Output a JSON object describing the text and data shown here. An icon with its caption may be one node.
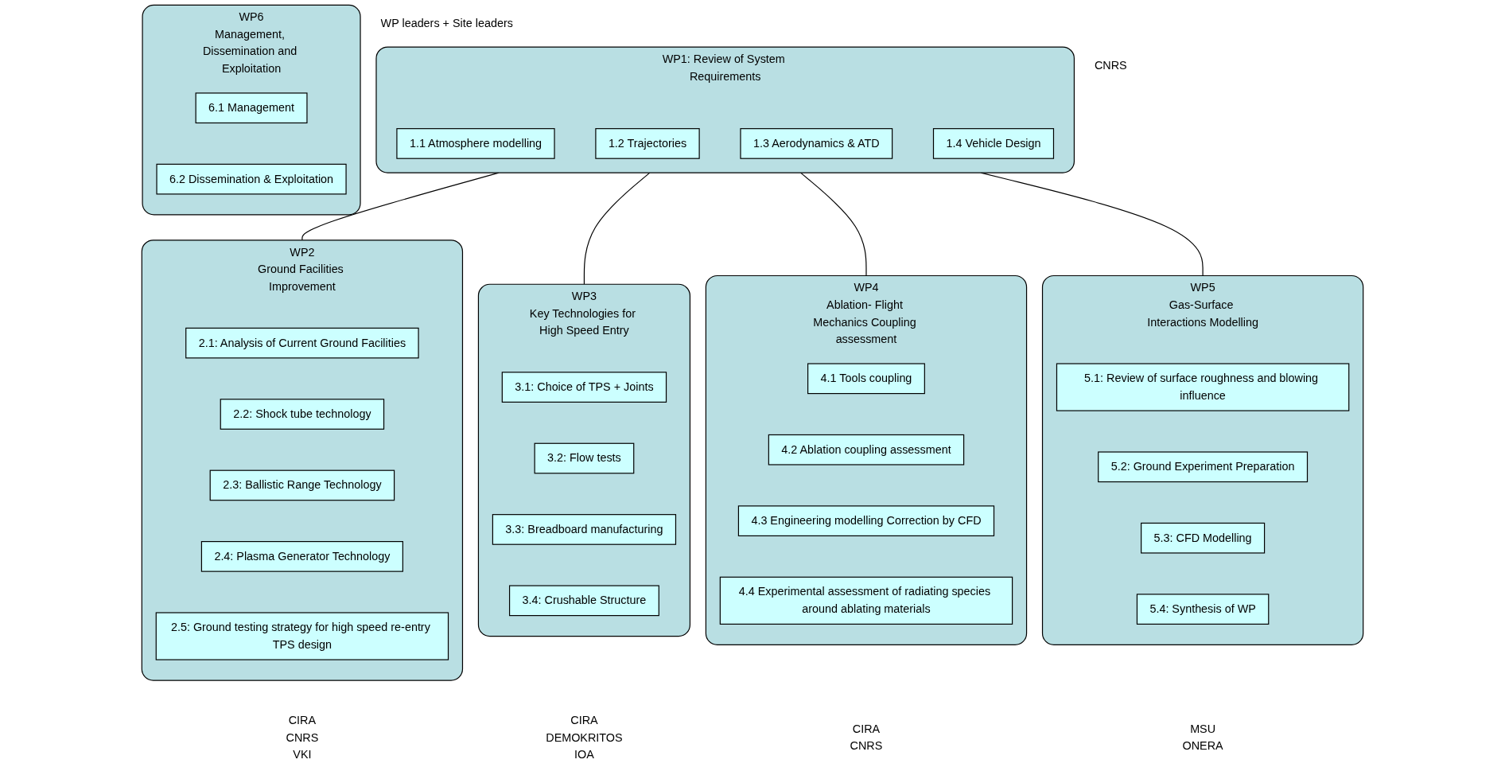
{
  "diagram": {
    "nodes": [
      {
        "text": [
          "WP1: Review of System Requirements"
        ],
        "beside": [
          "CNRS"
        ]
      },
      {
        "text": [
          "1.1 Atmosphere modelling"
        ],
        "in": 0
      },
      {
        "text": [
          "1.2 Trajectories"
        ],
        "in": 0
      },
      {
        "text": [
          "1.3 Aerodynamics & ATD"
        ],
        "in": 0
      },
      {
        "text": [
          "1.4 Vehicle Design"
        ],
        "in": 0
      },
      {
        "text": [
          "WP2",
          "Ground Facilities Improvement"
        ],
        "beside": [
          "CIRA",
          "CNRS",
          "VKI"
        ]
      },
      {
        "text": [
          "2.1: Analysis of Current Ground Facilities"
        ],
        "in": 5
      },
      {
        "text": [
          "2.2: Shock tube technology"
        ],
        "in": 5
      },
      {
        "text": [
          "2.3: Ballistic Range Technology"
        ],
        "in": 5
      },
      {
        "text": [
          "2.4: Plasma Generator Technology"
        ],
        "in": 5
      },
      {
        "text": [
          "2.5: Ground testing strategy for high speed re-entry TPS design"
        ],
        "in": 5
      },
      {
        "text": [
          "WP3",
          "Key Technologies for High Speed Entry"
        ],
        "beside": [
          "CIRA",
          "DEMOKRITOS",
          "IOA"
        ]
      },
      {
        "text": [
          "3.1: Choice of TPS + Joints"
        ],
        "in": 11
      },
      {
        "text": [
          "3.2: Flow tests"
        ],
        "in": 11
      },
      {
        "text": [
          "3.3: Breadboard manufacturing"
        ],
        "in": 11
      },
      {
        "text": [
          "3.4: Crushable Structure"
        ],
        "in": 11
      },
      {
        "text": [
          "WP4",
          "Ablation- Flight Mechanics Coupling assessment"
        ],
        "beside": [
          "CIRA",
          "CNRS"
        ]
      },
      {
        "text": [
          "4.1 Tools coupling"
        ],
        "in": 16
      },
      {
        "text": [
          "4.2 Ablation coupling assessment"
        ],
        "in": 16
      },
      {
        "text": [
          "4.3 Engineering modelling Correction by CFD"
        ],
        "in": 16
      },
      {
        "text": [
          "4.4 Experimental assessment of radiating species around ablating materials"
        ],
        "in": 16
      },
      {
        "text": [
          "WP5",
          "Gas-Surface Interactions Modelling"
        ],
        "beside": [
          "MSU",
          "ONERA"
        ]
      },
      {
        "text": [
          "5.1: Review of surface roughness and blowing influence"
        ],
        "in": 21
      },
      {
        "text": [
          "5.2: Ground Experiment Preparation"
        ],
        "in": 21
      },
      {
        "text": [
          "5.3: CFD Modelling"
        ],
        "in": 21
      },
      {
        "text": [
          "5.4: Synthesis of WP"
        ],
        "in": 21
      },
      {
        "text": [
          "WP6",
          "Management, Dissemination and Exploitation"
        ],
        "beside": [
          "WP leaders + Site leaders"
        ]
      },
      {
        "text": [
          "6.1 Management"
        ],
        "in": 26
      },
      {
        "text": [
          "6.2 Dissemination & Exploitation"
        ],
        "in": 26
      }
    ],
    "edges": [
      {
        "from": 0,
        "to": 5,
        "arrow": "none"
      },
      {
        "from": 0,
        "to": 11,
        "arrow": "none"
      },
      {
        "from": 0,
        "to": 16,
        "arrow": "none"
      },
      {
        "from": 0,
        "to": 21,
        "arrow": "none"
      }
    ]
  }
}
